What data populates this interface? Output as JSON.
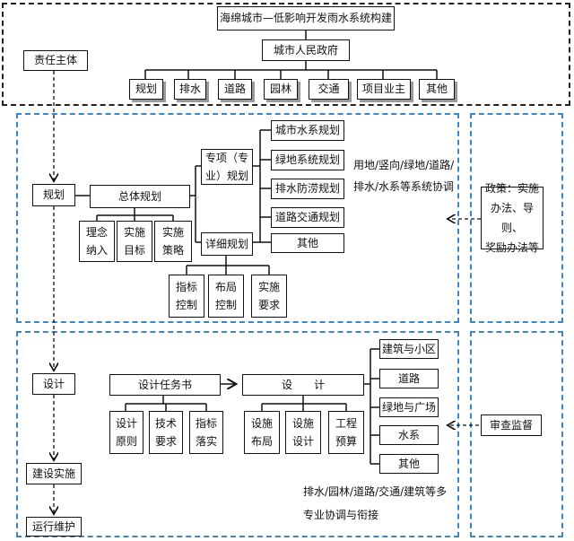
{
  "responsibility": {
    "title": "海绵城市—低影响开发雨水系统构建",
    "government": "城市人民政府",
    "departments": [
      "规划",
      "排水",
      "道路",
      "园林",
      "交通",
      "项目业主",
      "其他"
    ]
  },
  "flow": {
    "subject": "责任主体",
    "planning": "规划",
    "design": "设计",
    "construction": "建设实施",
    "operation": "运行维护"
  },
  "planning": {
    "master": "总体规划",
    "master_items": [
      [
        "理念",
        "纳入"
      ],
      [
        "实施",
        "目标"
      ],
      [
        "实施",
        "策略"
      ]
    ],
    "special": [
      "专项（专",
      "业）规划"
    ],
    "detailed": "详细规划",
    "special_items": [
      "城市水系规划",
      "绿地系统规划",
      "排水防涝规划",
      "道路交通规划",
      "其他"
    ],
    "detail_items": [
      [
        "指标",
        "控制"
      ],
      [
        "布局",
        "控制"
      ],
      [
        "实施",
        "要求"
      ]
    ],
    "coordination": [
      "用地/竖向/绿地/道路/",
      "排水/水系等系统协调"
    ]
  },
  "policy": {
    "text": [
      "政策：实施",
      "办法、导则、",
      "奖励办法等"
    ]
  },
  "design": {
    "task": "设计任务书",
    "design": "设　　计",
    "task_items": [
      [
        "设计",
        "原则"
      ],
      [
        "技术",
        "要求"
      ],
      [
        "指标",
        "落实"
      ]
    ],
    "design_items": [
      [
        "设施",
        "布局"
      ],
      [
        "设施",
        "设计"
      ],
      [
        "工程",
        "预算"
      ]
    ],
    "targets": [
      "建筑与小区",
      "道路",
      "绿地与广场",
      "水系",
      "其他"
    ],
    "coordination": [
      "排水/园林/道路/交通/建筑等多",
      "专业协调与衔接"
    ]
  },
  "supervision": {
    "text": "审查监督"
  }
}
